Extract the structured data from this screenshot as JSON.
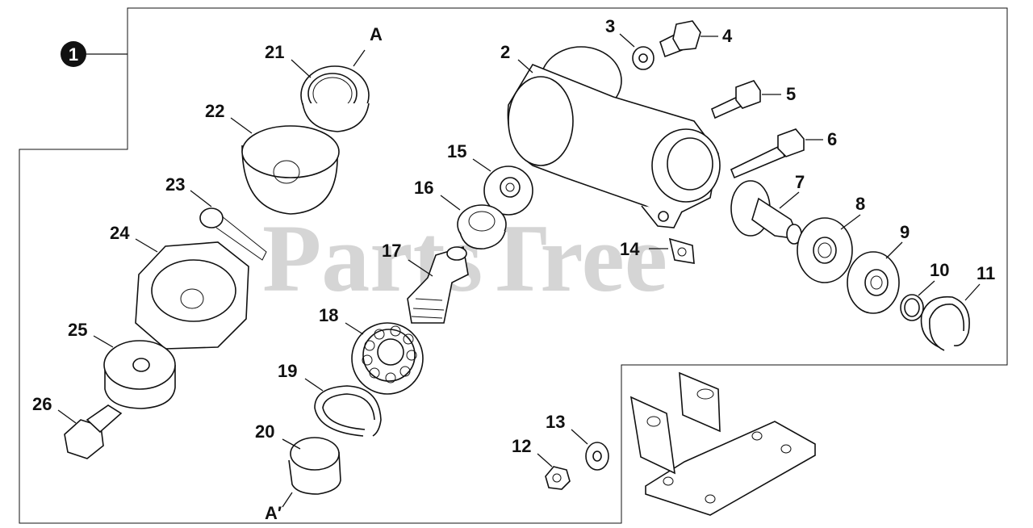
{
  "diagram": {
    "assembly_ref": "1",
    "watermark": "PartsTree",
    "markers": {
      "top": "A",
      "bottom": "A′"
    },
    "callouts": {
      "p2": "2",
      "p3": "3",
      "p4": "4",
      "p5": "5",
      "p6": "6",
      "p7": "7",
      "p8": "8",
      "p9": "9",
      "p10": "10",
      "p11": "11",
      "p12": "12",
      "p13": "13",
      "p14": "14",
      "p15": "15",
      "p16": "16",
      "p17": "17",
      "p18": "18",
      "p19": "19",
      "p20": "20",
      "p21": "21",
      "p22": "22",
      "p23": "23",
      "p24": "24",
      "p25": "25",
      "p26": "26"
    }
  }
}
